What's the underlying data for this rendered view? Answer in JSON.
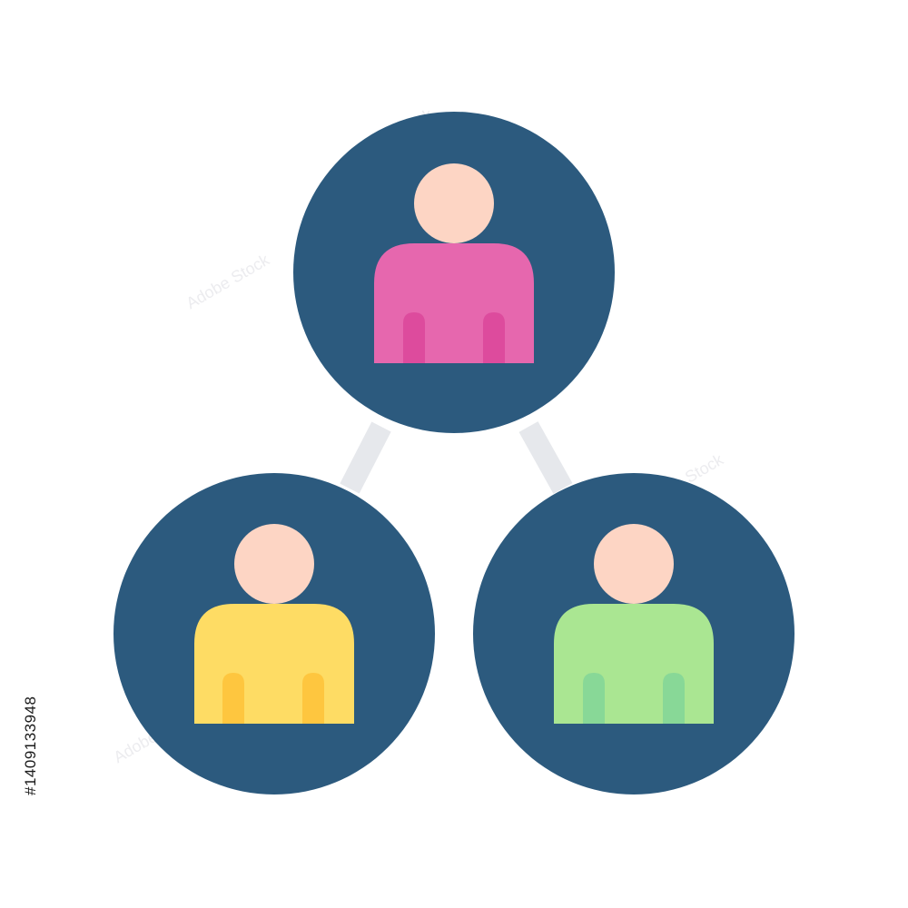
{
  "image": {
    "stock_id": "#1409133948",
    "watermark_text": "Adobe Stock"
  },
  "icon": {
    "name": "team-network-icon",
    "colors": {
      "background": "#ffffff",
      "circle": "#2c5a7e",
      "connector": "#e6e8ec",
      "head": "#fdd5c4",
      "top_body": "#e667ae",
      "top_accent": "#dd4b9d",
      "left_body": "#fedc64",
      "left_accent": "#fec63f",
      "right_body": "#aae692",
      "right_accent": "#88d897"
    },
    "people": [
      {
        "position": "top",
        "body_color": "#e667ae"
      },
      {
        "position": "bottom-left",
        "body_color": "#fedc64"
      },
      {
        "position": "bottom-right",
        "body_color": "#aae692"
      }
    ]
  }
}
